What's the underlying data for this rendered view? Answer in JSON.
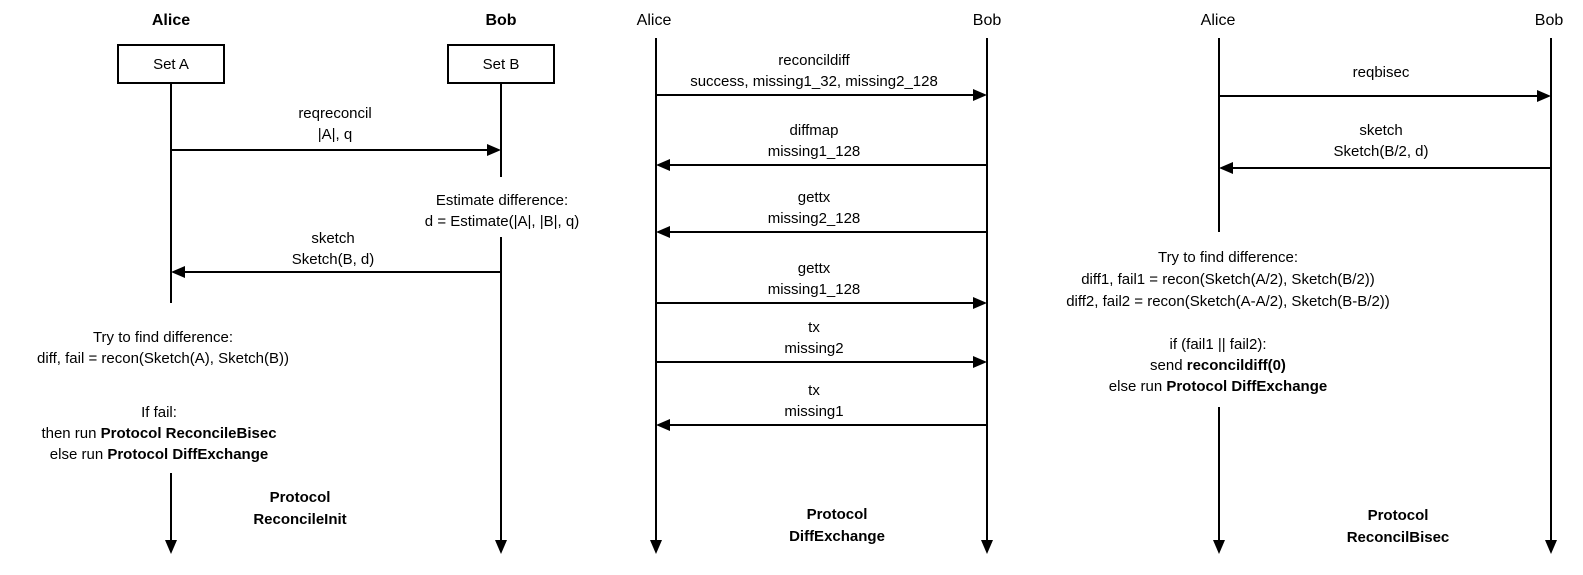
{
  "colors": {
    "line": "#000000",
    "text": "#000000",
    "background": "#ffffff"
  },
  "panels": [
    {
      "alice_label": "Alice",
      "bob_label": "Bob",
      "alice_box": "Set A",
      "bob_box": "Set B",
      "msg1": {
        "l1": "reqreconcil",
        "l2": "|A|, q"
      },
      "note_estimate": {
        "l1": "Estimate difference:",
        "l2": "d = Estimate(|A|, |B|, q)"
      },
      "msg2": {
        "l1": "sketch",
        "l2": "Sketch(B, d)"
      },
      "note_try": {
        "l1": "Try to find difference:",
        "l2": "diff, fail = recon(Sketch(A), Sketch(B))"
      },
      "note_if": {
        "l1": "If fail:",
        "l2_pre": "then run ",
        "l2_bold": "Protocol ReconcileBisec",
        "l3_pre": "else run ",
        "l3_bold": "Protocol DiffExchange"
      },
      "protocol": {
        "l1": "Protocol",
        "l2": "ReconcileInit"
      }
    },
    {
      "alice_label": "Alice",
      "bob_label": "Bob",
      "msg1": {
        "l1": "reconcildiff",
        "l2": "success, missing1_32, missing2_128"
      },
      "msg2": {
        "l1": "diffmap",
        "l2": "missing1_128"
      },
      "msg3": {
        "l1": "gettx",
        "l2": "missing2_128"
      },
      "msg4": {
        "l1": "gettx",
        "l2": "missing1_128"
      },
      "msg5": {
        "l1": "tx",
        "l2": "missing2"
      },
      "msg6": {
        "l1": "tx",
        "l2": "missing1"
      },
      "protocol": {
        "l1": "Protocol",
        "l2": "DiffExchange"
      }
    },
    {
      "alice_label": "Alice",
      "bob_label": "Bob",
      "msg1": {
        "l1": "reqbisec"
      },
      "msg2": {
        "l1": "sketch",
        "l2": "Sketch(B/2, d)"
      },
      "note_try": {
        "l1": "Try to find difference:",
        "l2": "diff1, fail1 = recon(Sketch(A/2), Sketch(B/2))",
        "l3": "diff2, fail2 = recon(Sketch(A-A/2), Sketch(B-B/2))"
      },
      "note_if": {
        "l1": "if (fail1 || fail2):",
        "l2_pre": "send ",
        "l2_bold": "reconcildiff(0)",
        "l3_pre": "else run ",
        "l3_bold": "Protocol DiffExchange"
      },
      "protocol": {
        "l1": "Protocol",
        "l2": "ReconcilBisec"
      }
    }
  ]
}
